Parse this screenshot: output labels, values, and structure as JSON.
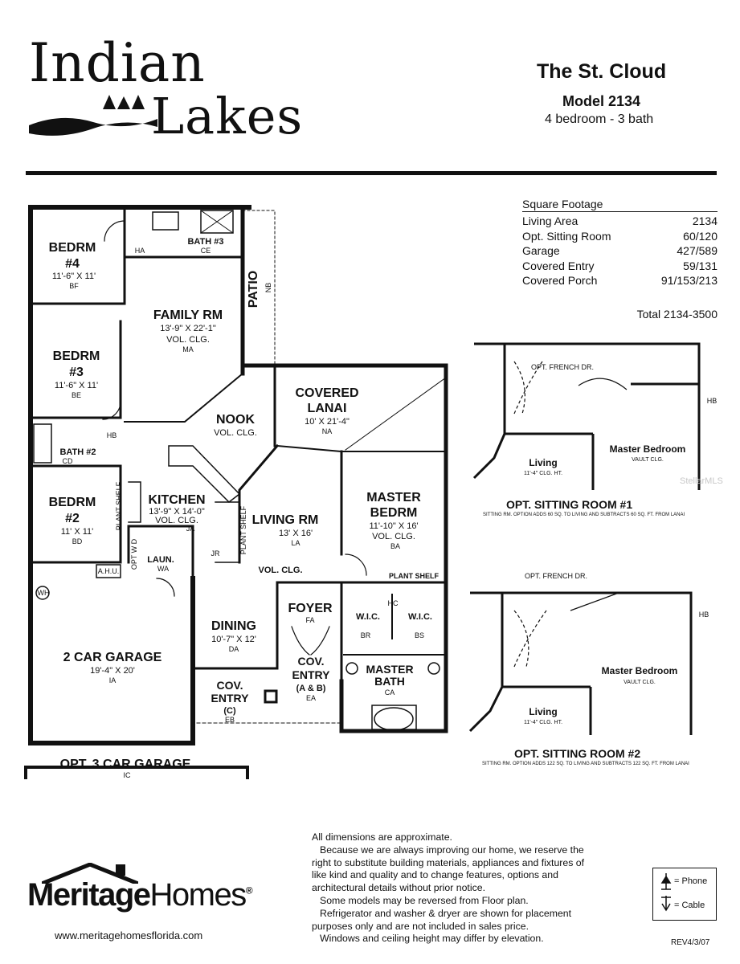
{
  "brand": {
    "line1": "Indian",
    "line2": "Lakes"
  },
  "model": {
    "name": "The St. Cloud",
    "number": "Model 2134",
    "beds_baths": "4 bedroom  - 3 bath"
  },
  "square_footage": {
    "heading": "Square Footage",
    "rows": [
      {
        "label": "Living Area",
        "value": "2134"
      },
      {
        "label": "Opt. Sitting Room",
        "value": "60/120"
      },
      {
        "label": "Garage",
        "value": "427/589"
      },
      {
        "label": "Covered Entry",
        "value": "59/131"
      },
      {
        "label": "Covered Porch",
        "value": "91/153/213"
      }
    ],
    "total": "Total  2134-3500"
  },
  "rooms": {
    "bedrm4": {
      "name1": "BEDRM",
      "name2": "#4",
      "size": "11'-6\" X 11'",
      "code": "BF"
    },
    "bath3": {
      "name": "BATH #3",
      "code": "CE"
    },
    "ha": "HA",
    "patio": {
      "name": "PATIO",
      "code": "NB"
    },
    "family": {
      "name": "FAMILY RM",
      "size": "13'-9\" X 22'-1\"",
      "note": "VOL. CLG.",
      "code": "MA"
    },
    "bedrm3": {
      "name1": "BEDRM",
      "name2": "#3",
      "size": "11'-6\" X 11'",
      "code": "BE"
    },
    "covered_lanai": {
      "name1": "COVERED",
      "name2": "LANAI",
      "size": "10' X 21'-4\"",
      "code": "NA"
    },
    "nook": {
      "name": "NOOK",
      "note": "VOL. CLG."
    },
    "hb": "HB",
    "bath2": {
      "name": "BATH #2",
      "code": "CD"
    },
    "bedrm2": {
      "name1": "BEDRM",
      "name2": "#2",
      "size": "11' X 11'",
      "code": "BD"
    },
    "kitchen": {
      "name": "KITCHEN",
      "size": "13'-9\" X 14'-0\"",
      "note": "VOL. CLG.",
      "code": "JA"
    },
    "plant_shelf": "PLANT SHELF",
    "plant_shelf2": "PLANT SHELF",
    "living": {
      "name": "LIVING RM",
      "size": "13' X 16'",
      "code": "LA"
    },
    "master_bedrm": {
      "name1": "MASTER",
      "name2": "BEDRM",
      "size": "11'-10\" X 16'",
      "note": "VOL. CLG.",
      "code": "BA"
    },
    "plant_shelf3": "PLANT SHELF",
    "laun": {
      "name": "LAUN.",
      "code": "WA"
    },
    "opt_wd": "OPT W D",
    "ahu": "A.H.U.",
    "jr": "JR",
    "vol_clg": "VOL. CLG.",
    "wh": "WH",
    "foyer": {
      "name": "FOYER",
      "code": "FA"
    },
    "hc": "HC",
    "wic1": {
      "name": "W.I.C.",
      "code": "BR"
    },
    "wic2": {
      "name": "W.I.C.",
      "code": "BS"
    },
    "dining": {
      "name": "DINING",
      "size": "10'-7\" X 12'",
      "code": "DA"
    },
    "garage": {
      "name": "2 CAR GARAGE",
      "size": "19'-4\" X 20'",
      "code": "IA"
    },
    "cov_entry_ab": {
      "name1": "COV.",
      "name2": "ENTRY",
      "name3": "(A & B)",
      "code": "EA"
    },
    "master_bath": {
      "name1": "MASTER",
      "name2": "BATH",
      "code": "CA"
    },
    "cov_entry_c": {
      "name1": "COV.",
      "name2": "ENTRY",
      "name3": "(C)",
      "code": "EB"
    },
    "opt_garage": {
      "name": "OPT. 3 CAR GARAGE",
      "code": "IC"
    }
  },
  "options": {
    "opt1": {
      "french": "OPT. FRENCH DR.",
      "hb": "HB",
      "master": "Master Bedroom",
      "master_sub": "VAULT CLG.",
      "living": "Living",
      "living_sub": "11'-4\" CLG. HT.",
      "title": "OPT. SITTING ROOM #1",
      "note": "SITTING RM. OPTION ADDS 60 SQ. TO LIVING AND SUBTRACTS 60 SQ. FT. FROM LANAI"
    },
    "opt2": {
      "french": "OPT. FRENCH DR.",
      "hb": "HB",
      "master": "Master Bedroom",
      "master_sub": "VAULT CLG.",
      "living": "Living",
      "living_sub": "11'-4\" CLG. HT.",
      "title": "OPT. SITTING ROOM #2",
      "note": "SITTING RM. OPTION ADDS 122 SQ. TO LIVING AND SUBTRACTS 122 SQ. FT. FROM LANAI"
    }
  },
  "disclaimer": [
    "All dimensions are approximate.",
    "Because we are always improving our home, we reserve the right to  substitute building materials, appliances and fixtures of like kind and quality and to change features, options and architectural details without prior notice.",
    "Some models may be reversed from Floor plan.",
    "Refrigerator and washer & dryer are shown for placement purposes only and are not included in sales price.",
    "Windows and ceiling height may differ by elevation."
  ],
  "legend": {
    "phone": "= Phone",
    "cable": "= Cable"
  },
  "builder": {
    "name1": "Meritage",
    "name2": "Homes",
    "reg": "®",
    "website": "www.meritagehomesflorida.com"
  },
  "revision": "REV4/3/07",
  "watermark": "StellarMLS"
}
